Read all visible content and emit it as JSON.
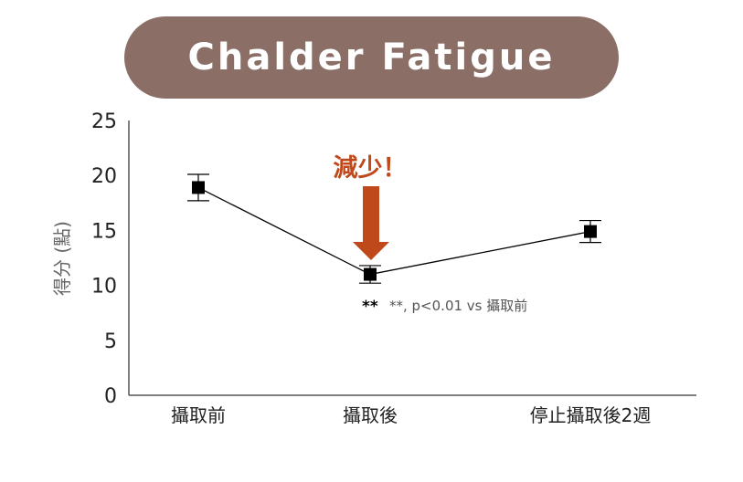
{
  "chart_data": {
    "type": "line",
    "title": "Chalder Fatigue",
    "ylabel": "得分 (點)",
    "xlabel": "",
    "ylim": [
      0,
      25
    ],
    "yticks": [
      0,
      5,
      10,
      15,
      20,
      25
    ],
    "categories": [
      "攝取前",
      "攝取後",
      "停止攝取後2週"
    ],
    "series": [
      {
        "name": "Chalder Fatigue",
        "values": [
          18.9,
          11.0,
          14.9
        ],
        "errors": [
          1.2,
          0.8,
          1.0
        ]
      }
    ],
    "annotations": {
      "callout": "減少！",
      "significance_mark": "**",
      "significance_note": "**, p<0.01 vs 攝取前"
    },
    "colors": {
      "title_bg": "#8b6f67",
      "arrow": "#c0491b",
      "marker": "#000000"
    }
  }
}
